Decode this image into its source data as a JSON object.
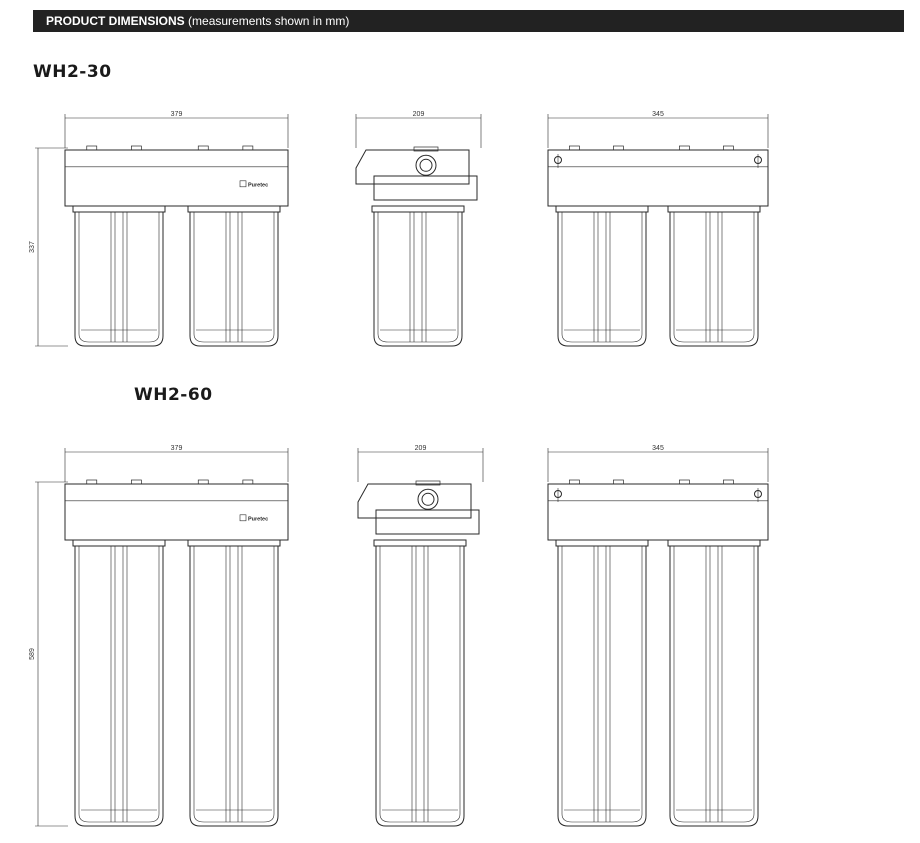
{
  "header": {
    "title": "PRODUCT DIMENSIONS",
    "subtitle": "(measurements shown in mm)"
  },
  "models": [
    {
      "name": "WH2-30",
      "front_width": "379",
      "front_height": "337",
      "side_width": "209",
      "back_width": "345"
    },
    {
      "name": "WH2-60",
      "front_width": "379",
      "front_height": "589",
      "side_width": "209",
      "back_width": "345"
    }
  ],
  "brand_label": "Puretec",
  "colors": {
    "header_bg": "#222222",
    "line": "#2a2a2a"
  }
}
